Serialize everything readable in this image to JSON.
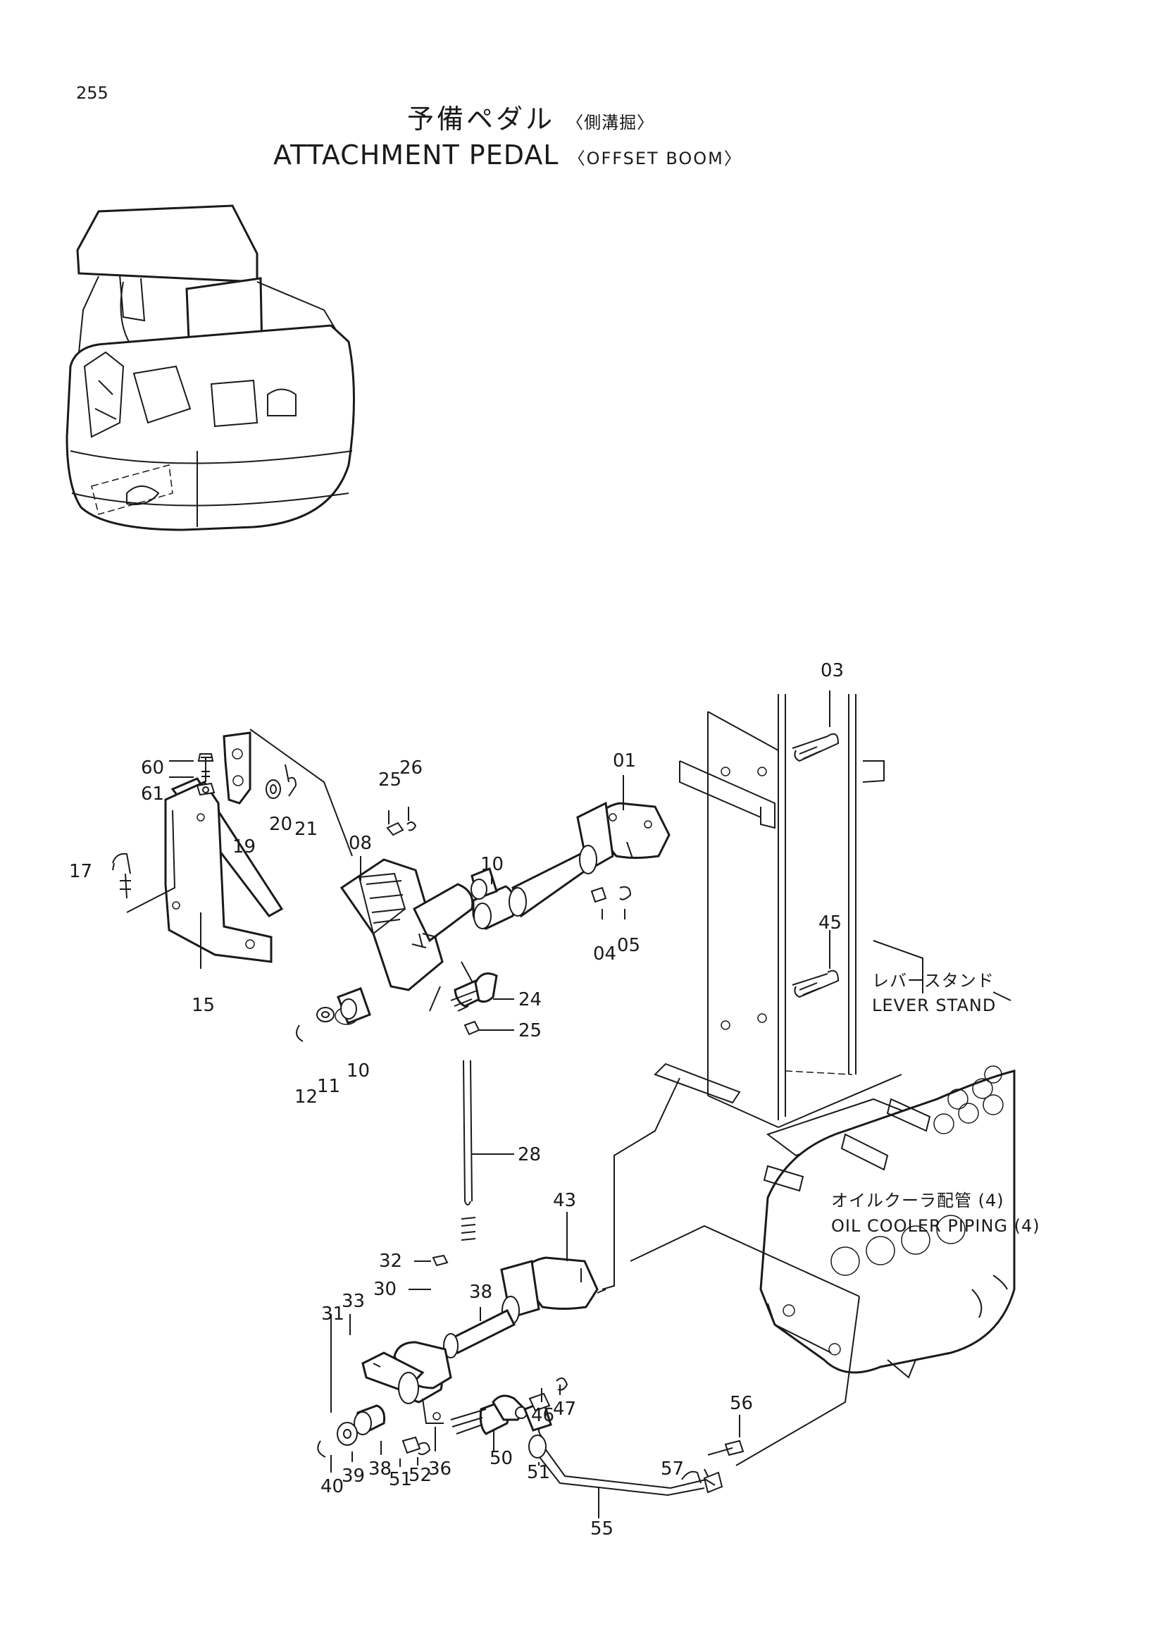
{
  "header": {
    "page_number": "255",
    "title_jp": "予備ペダル",
    "title_jp_sub": "〈側溝掘〉",
    "title_en": "ATTACHMENT  PEDAL",
    "title_en_sub": "〈OFFSET  BOOM〉"
  },
  "labels": {
    "lever_stand_jp": "レバースタンド",
    "lever_stand_en": "LEVER STAND",
    "oil_cooler_jp": "オイルクーラ配管 (4)",
    "oil_cooler_en": "OIL COOLER PIPING (4)"
  },
  "callouts": [
    "03",
    "01",
    "60",
    "61",
    "25",
    "26",
    "08",
    "17",
    "19",
    "20",
    "21",
    "10",
    "04",
    "05",
    "45",
    "15",
    "24",
    "25",
    "12",
    "11",
    "10",
    "28",
    "43",
    "32",
    "30",
    "38",
    "31",
    "33",
    "46",
    "47",
    "56",
    "40",
    "39",
    "38",
    "51",
    "52",
    "36",
    "50",
    "51",
    "55",
    "57"
  ]
}
